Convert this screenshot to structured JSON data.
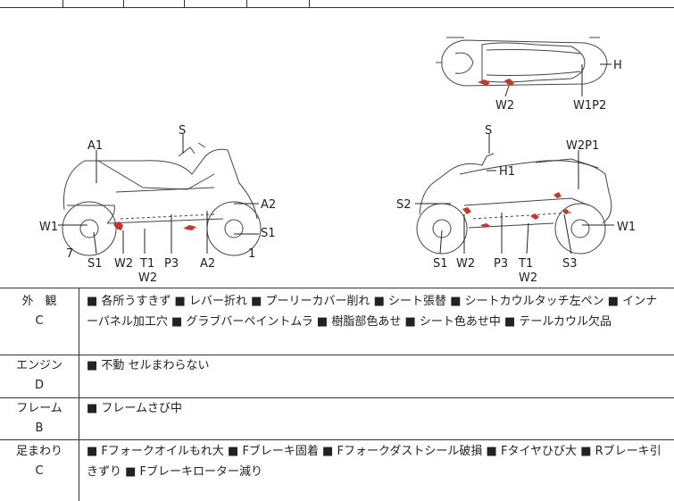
{
  "diagram": {
    "top_view_labels": [
      "H",
      "W2",
      "W1P2"
    ],
    "left_view_labels": [
      "S",
      "A1",
      "A2",
      "W1",
      "S1",
      "7",
      "S1",
      "W2",
      "T1",
      "W2",
      "P3",
      "A2",
      "1"
    ],
    "right_view_labels": [
      "S",
      "H1",
      "W2P1",
      "S2",
      "W1",
      "S1",
      "W2",
      "P3",
      "T1",
      "W2",
      "S3"
    ],
    "damage_color": "#c0392b"
  },
  "rows": [
    {
      "label": "外　観",
      "grade": "C",
      "text": "■ 各所うすきず ■ レバー折れ ■ プーリーカバー削れ ■ シート張替 ■ シートカウルタッチ左ペン ■ インナーパネル加工穴 ■ グラブバーペイントムラ ■ 樹脂部色あせ ■ シート色あせ中 ■ テールカウル欠品"
    },
    {
      "label": "エンジン",
      "grade": "D",
      "text": "■ 不動 セルまわらない"
    },
    {
      "label": "フレーム",
      "grade": "B",
      "text": "■ フレームさび中"
    },
    {
      "label": "足まわり",
      "grade": "C",
      "text": "■ Fフォークオイルもれ大 ■ Fブレーキ固着 ■ Fフォークダストシール破損 ■ Fタイヤひび大 ■ Rブレーキ引きずり ■ Fブレーキローター減り"
    }
  ]
}
